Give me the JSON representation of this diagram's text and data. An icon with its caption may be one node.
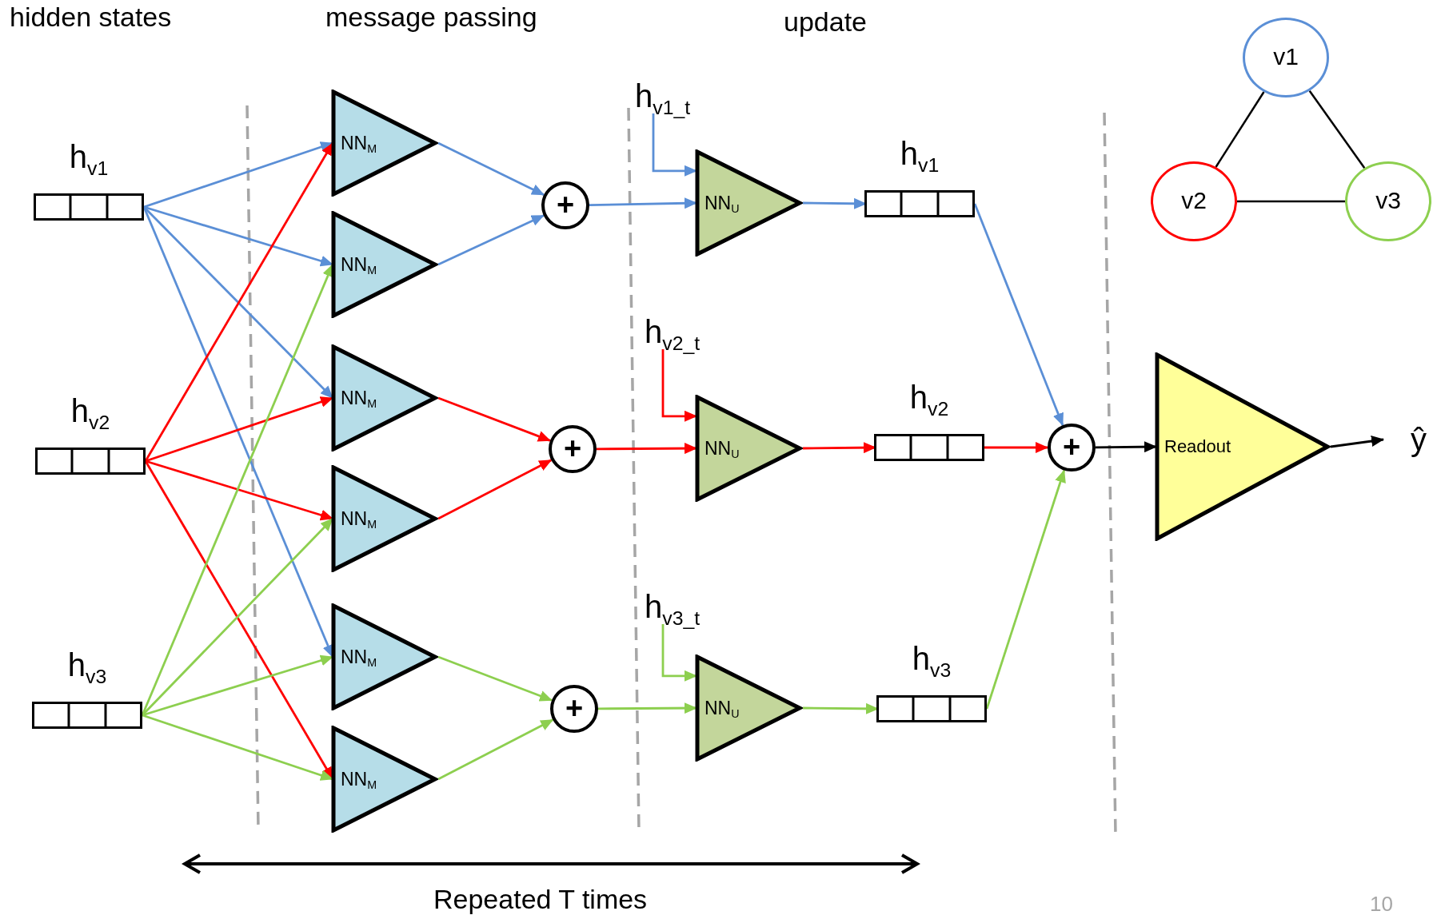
{
  "diagram": {
    "nodes": [
      {
        "text": [
          "h$_{v1}$"
        ]
      },
      {
        "text": [
          "h$_{v2}$"
        ]
      },
      {
        "text": [
          "h$_{v3}$"
        ]
      },
      {
        "text": [
          "NN$_{M}$"
        ]
      },
      {
        "text": [
          "NN$_{M}$"
        ]
      },
      {
        "text": [
          "NN$_{M}$"
        ]
      },
      {
        "text": [
          "NN$_{M}$"
        ]
      },
      {
        "text": [
          "NN$_{M}$"
        ]
      },
      {
        "text": [
          "NN$_{M}$"
        ]
      },
      {
        "text": [
          "+"
        ]
      },
      {
        "text": [
          "+"
        ]
      },
      {
        "text": [
          "+"
        ]
      },
      {
        "text": [
          "h$_{v1_t}$"
        ]
      },
      {
        "text": [
          "h$_{v2_t}$"
        ]
      },
      {
        "text": [
          "h$_{v3_t}$"
        ]
      },
      {
        "text": [
          "NN$_{U}$"
        ]
      },
      {
        "text": [
          "NN$_{U}$"
        ]
      },
      {
        "text": [
          "NN$_{U}$"
        ]
      },
      {
        "text": [
          "h$_{v1}$"
        ]
      },
      {
        "text": [
          "h$_{v2}$"
        ]
      },
      {
        "text": [
          "h$_{v3}$"
        ]
      },
      {
        "text": [
          "+"
        ]
      },
      {
        "text": [
          "Readout"
        ]
      },
      {
        "text": [
          "ŷ"
        ]
      },
      {
        "text": [
          "v1"
        ]
      },
      {
        "text": [
          "v2"
        ]
      },
      {
        "text": [
          "v3"
        ]
      }
    ],
    "edges": [
      {
        "from": 0,
        "to": 3,
        "arrow": "to",
        "color": "#5b8fd6"
      },
      {
        "from": 0,
        "to": 4,
        "arrow": "to",
        "color": "#5b8fd6"
      },
      {
        "from": 0,
        "to": 5,
        "arrow": "to",
        "color": "#5b8fd6"
      },
      {
        "from": 0,
        "to": 7,
        "arrow": "to",
        "color": "#5b8fd6"
      },
      {
        "from": 1,
        "to": 3,
        "arrow": "to",
        "color": "#ff0000"
      },
      {
        "from": 1,
        "to": 5,
        "arrow": "to",
        "color": "#ff0000"
      },
      {
        "from": 1,
        "to": 6,
        "arrow": "to",
        "color": "#ff0000"
      },
      {
        "from": 1,
        "to": 8,
        "arrow": "to",
        "color": "#ff0000"
      },
      {
        "from": 2,
        "to": 4,
        "arrow": "to",
        "color": "#8dcf4f"
      },
      {
        "from": 2,
        "to": 6,
        "arrow": "to",
        "color": "#8dcf4f"
      },
      {
        "from": 2,
        "to": 7,
        "arrow": "to",
        "color": "#8dcf4f"
      },
      {
        "from": 2,
        "to": 8,
        "arrow": "to",
        "color": "#8dcf4f"
      },
      {
        "from": 3,
        "to": 9,
        "arrow": "to",
        "color": "#5b8fd6"
      },
      {
        "from": 4,
        "to": 9,
        "arrow": "to",
        "color": "#5b8fd6"
      },
      {
        "from": 5,
        "to": 10,
        "arrow": "to",
        "color": "#ff0000"
      },
      {
        "from": 6,
        "to": 10,
        "arrow": "to",
        "color": "#ff0000"
      },
      {
        "from": 7,
        "to": 11,
        "arrow": "to",
        "color": "#8dcf4f"
      },
      {
        "from": 8,
        "to": 11,
        "arrow": "to",
        "color": "#8dcf4f"
      },
      {
        "from": 9,
        "to": 15,
        "arrow": "to",
        "color": "#5b8fd6"
      },
      {
        "from": 10,
        "to": 16,
        "arrow": "to",
        "color": "#ff0000"
      },
      {
        "from": 11,
        "to": 17,
        "arrow": "to",
        "color": "#8dcf4f"
      },
      {
        "from": 12,
        "to": 15,
        "arrow": "to",
        "color": "#5b8fd6"
      },
      {
        "from": 13,
        "to": 16,
        "arrow": "to",
        "color": "#ff0000"
      },
      {
        "from": 14,
        "to": 17,
        "arrow": "to",
        "color": "#8dcf4f"
      },
      {
        "from": 15,
        "to": 18,
        "arrow": "to",
        "color": "#5b8fd6"
      },
      {
        "from": 16,
        "to": 19,
        "arrow": "to",
        "color": "#ff0000"
      },
      {
        "from": 17,
        "to": 20,
        "arrow": "to",
        "color": "#8dcf4f"
      },
      {
        "from": 18,
        "to": 21,
        "arrow": "to",
        "color": "#5b8fd6"
      },
      {
        "from": 19,
        "to": 21,
        "arrow": "to",
        "color": "#ff0000"
      },
      {
        "from": 20,
        "to": 21,
        "arrow": "to",
        "color": "#8dcf4f"
      },
      {
        "from": 21,
        "to": 22,
        "arrow": "to",
        "color": "#000000"
      },
      {
        "from": 22,
        "to": 23,
        "arrow": "to",
        "color": "#000000"
      },
      {
        "from": 24,
        "to": 25,
        "arrow": "none",
        "color": "#000000"
      },
      {
        "from": 24,
        "to": 26,
        "arrow": "none",
        "color": "#000000"
      },
      {
        "from": 25,
        "to": 26,
        "arrow": "none",
        "color": "#000000"
      }
    ],
    "labels": [
      "hidden states",
      "message passing",
      "update",
      "Repeated T times",
      "10"
    ]
  }
}
